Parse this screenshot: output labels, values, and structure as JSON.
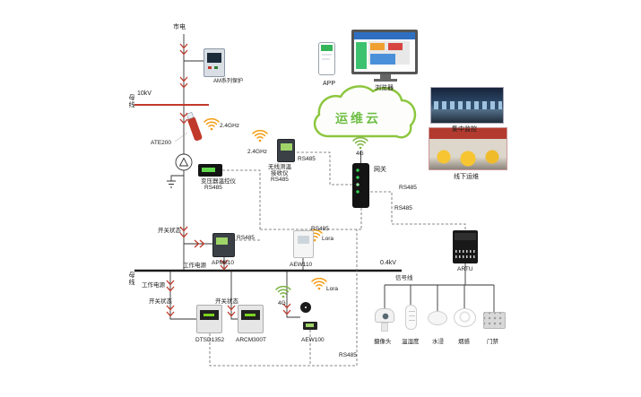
{
  "colors": {
    "cloud_green": "#8dc63f",
    "alarm_red": "#c0392b",
    "wifi_orange": "#f39c12",
    "wifi_4g_green": "#7cb342"
  },
  "cloud": {
    "label": "运维云"
  },
  "top": {
    "app": "APP",
    "browser": "浏览器",
    "central_monitoring": "集中监控",
    "offline_ops": "线下运维"
  },
  "hv": {
    "mains": "市电",
    "relay": "AM系列保护",
    "voltage": "10kV",
    "bus": "母线",
    "freq1": "2.4GHz",
    "freq2": "2.4GHz",
    "ate200": "ATE200",
    "receiver_line1": "无线测温",
    "receiver_line2": "接收仪",
    "receiver_line3": "RS485",
    "receiver_rs485": "RS485",
    "temp_ctrl_line1": "变压器温控仪",
    "temp_ctrl_line2": "RS485"
  },
  "gateway": {
    "g4": "4G",
    "label": "网关",
    "rs485_right": "RS485",
    "rs485_down": "RS485"
  },
  "lv": {
    "switch_state": "开关状态",
    "apm810_rs485": "RS485",
    "apm810": "APM810",
    "aew110_rs485": "RS485",
    "aew110_lora": "Lora",
    "aew110": "AEW110",
    "artu": "ARTU",
    "voltage": "0.4kV",
    "bus": "母线",
    "working_power1": "工作电源",
    "working_power2": "工作电源",
    "signal_line": "信号线"
  },
  "feeders": {
    "switch_state1": "开关状态",
    "switch_state2": "开关状态",
    "g4": "4G",
    "lora": "Lora",
    "dtsd1352": "DTSD1352",
    "arcm300t": "ARCM300T",
    "aew100": "AEW100",
    "rs485": "RS485"
  },
  "sensors": [
    {
      "label": "摄像头"
    },
    {
      "label": "温湿度"
    },
    {
      "label": "水浸"
    },
    {
      "label": "烟感"
    },
    {
      "label": "门禁"
    }
  ]
}
